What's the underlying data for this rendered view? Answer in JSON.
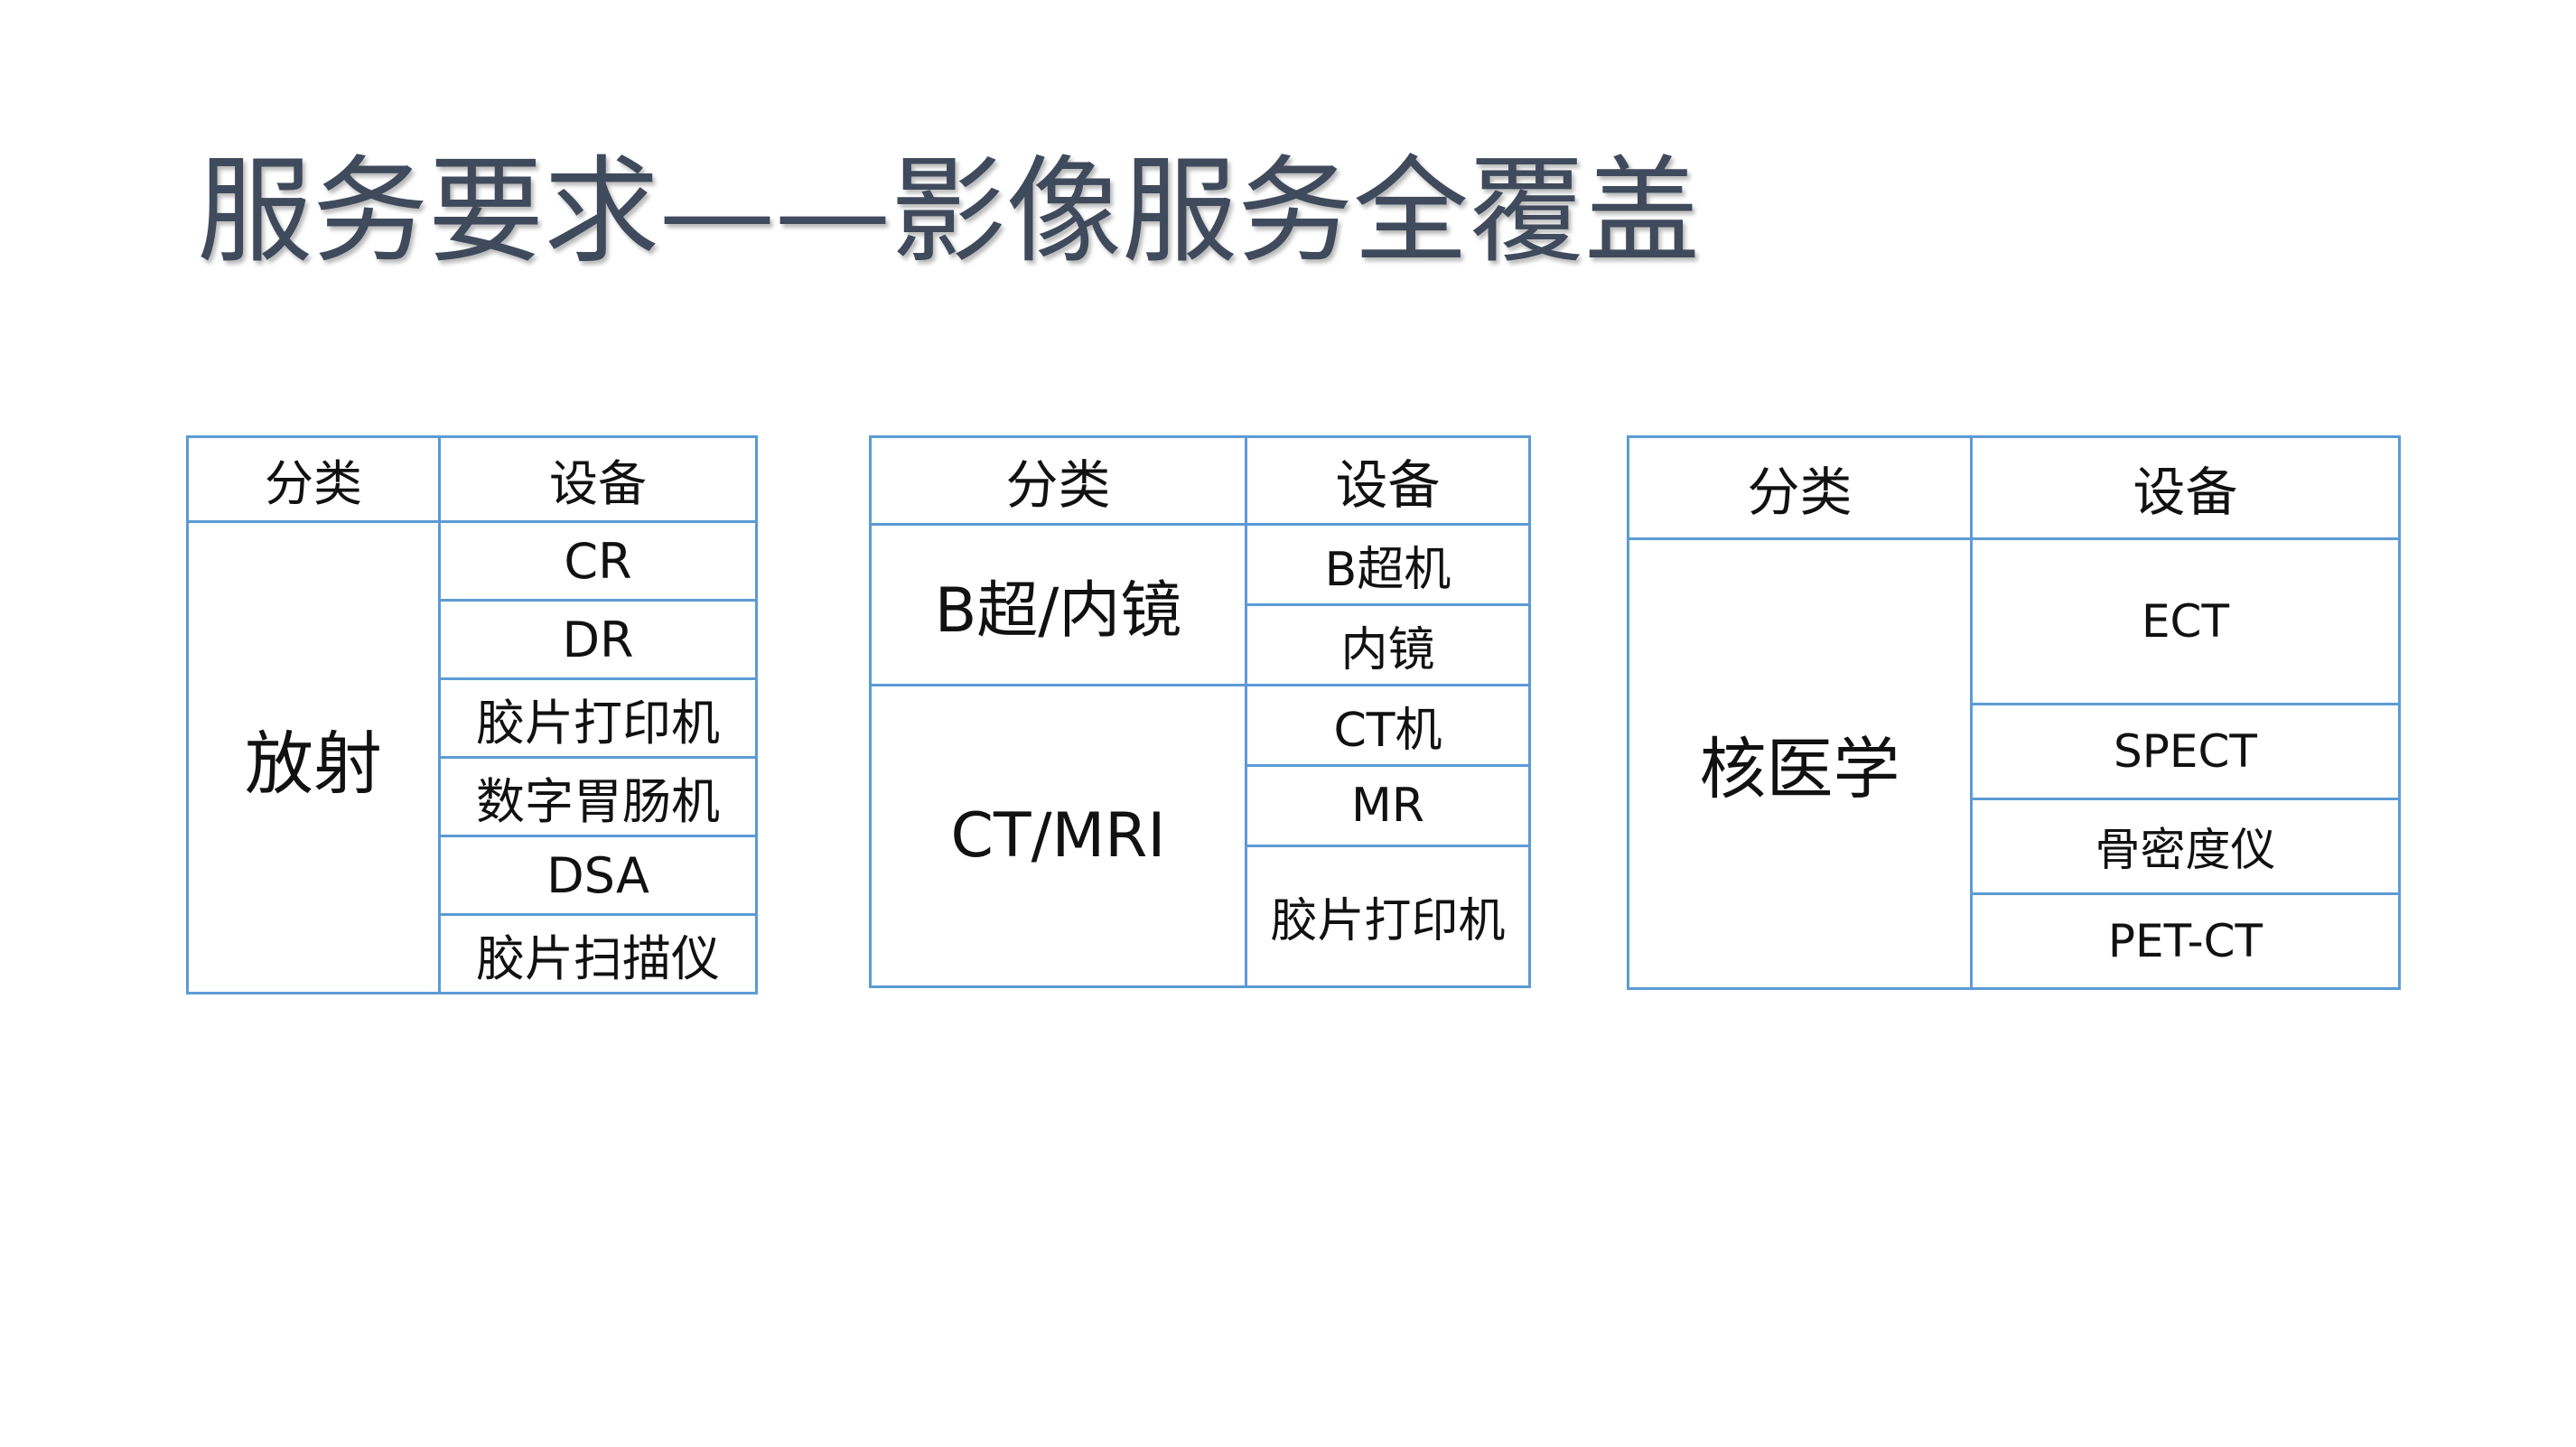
{
  "title": "服务要求——影像服务全覆盖",
  "tables": [
    {
      "header": {
        "category": "分类",
        "device": "设备"
      },
      "groups": [
        {
          "category": "放射",
          "devices": [
            "CR",
            "DR",
            "胶片打印机",
            "数字胃肠机",
            "DSA",
            "胶片扫描仪"
          ]
        }
      ]
    },
    {
      "header": {
        "category": "分类",
        "device": "设备"
      },
      "groups": [
        {
          "category": "B超/内镜",
          "devices": [
            "B超机",
            "内镜"
          ]
        },
        {
          "category": "CT/MRI",
          "devices": [
            "CT机",
            "MR",
            "胶片打印机"
          ]
        }
      ]
    },
    {
      "header": {
        "category": "分类",
        "device": "设备"
      },
      "groups": [
        {
          "category": "核医学",
          "devices": [
            "ECT",
            "SPECT",
            "骨密度仪",
            "PET-CT"
          ]
        }
      ]
    }
  ]
}
